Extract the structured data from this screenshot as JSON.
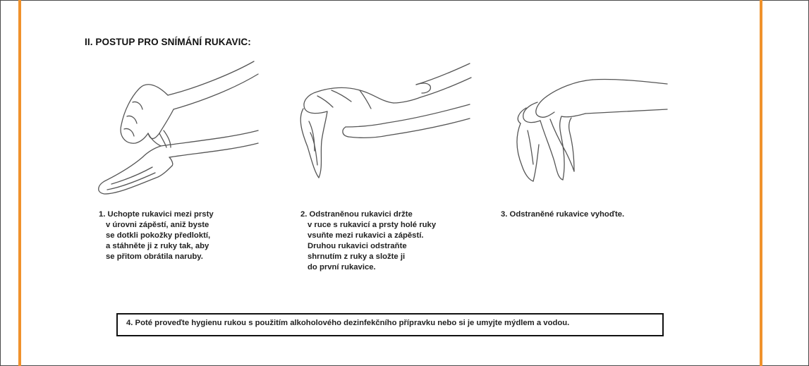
{
  "section": {
    "heading": "II. POSTUP PRO SNÍMÁNÍ RUKAVIC:"
  },
  "steps": [
    {
      "lines": [
        "1. Uchopte rukavici mezi prsty",
        "v úrovni zápěstí, aniž byste",
        "se dotkli pokožky předloktí,",
        "a stáhněte ji z ruky tak, aby",
        "se přitom obrátila naruby."
      ]
    },
    {
      "lines": [
        "2. Odstraněnou rukavici držte",
        "v ruce s rukavicí a prsty holé ruky",
        "vsuňte mezi rukavici a zápěstí.",
        "Druhou rukavici odstraňte",
        "shrnutím z ruky a složte ji",
        "do první rukavice."
      ]
    },
    {
      "lines": [
        "3. Odstraněné rukavice vyhoďte."
      ]
    }
  ],
  "final_note": "4. Poté proveďte hygienu rukou s použitím alkoholového dezinfekčního přípravku nebo si je umyjte mýdlem a vodou.",
  "colors": {
    "accent_border": "#f0922c",
    "text": "#222222"
  },
  "icons": [
    "glove-removal-step1-illustration",
    "glove-removal-step2-illustration",
    "glove-removal-step3-illustration"
  ]
}
